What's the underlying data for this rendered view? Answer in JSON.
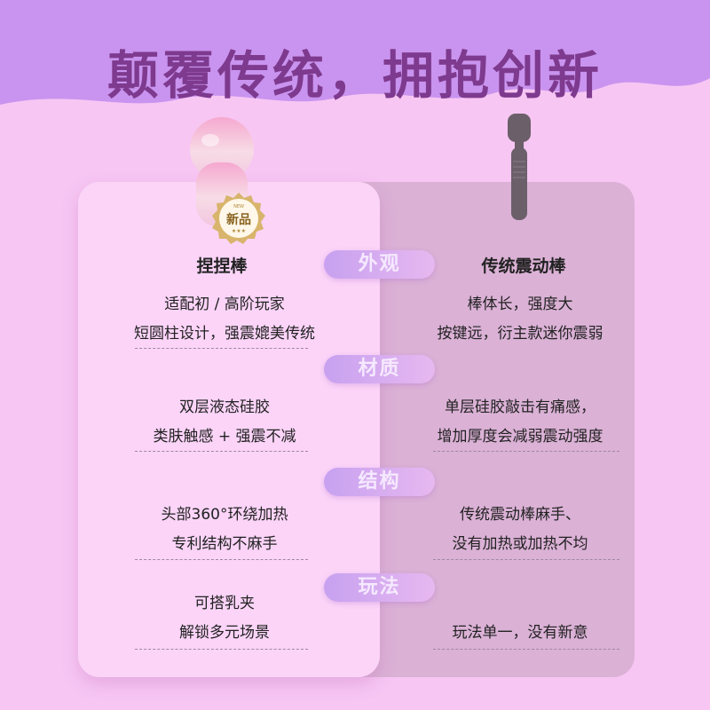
{
  "headline": "颠覆传统，拥抱创新",
  "badge": "新品",
  "badge_sub": "NEW",
  "left": {
    "title": "捏捏棒"
  },
  "right": {
    "title": "传统震动棒"
  },
  "rows": [
    {
      "category": "外观",
      "left": [
        "适配初 / 高阶玩家",
        "短圆柱设计，强震媲美传统"
      ],
      "right": [
        "棒体长，强度大",
        "按键远，衍主款迷你震弱"
      ]
    },
    {
      "category": "材质",
      "left": [
        "双层液态硅胶",
        "类肤触感 + 强震不减"
      ],
      "right": [
        "单层硅胶敲击有痛感，",
        "增加厚度会减弱震动强度"
      ]
    },
    {
      "category": "结构",
      "left": [
        "头部360°环绕加热",
        "专利结构不麻手"
      ],
      "right": [
        "传统震动棒麻手、",
        "没有加热或加热不均"
      ]
    },
    {
      "category": "玩法",
      "left": [
        "可搭乳夹",
        "解锁多元场景"
      ],
      "right": [
        "玩法单一，没有新意"
      ]
    }
  ],
  "colors": {
    "background": "#f7c6f3",
    "headline": "#7e3a8e",
    "wave": "#c994ef",
    "right_panel": "#dbb1d6",
    "left_panel": "#fbd4f8"
  }
}
